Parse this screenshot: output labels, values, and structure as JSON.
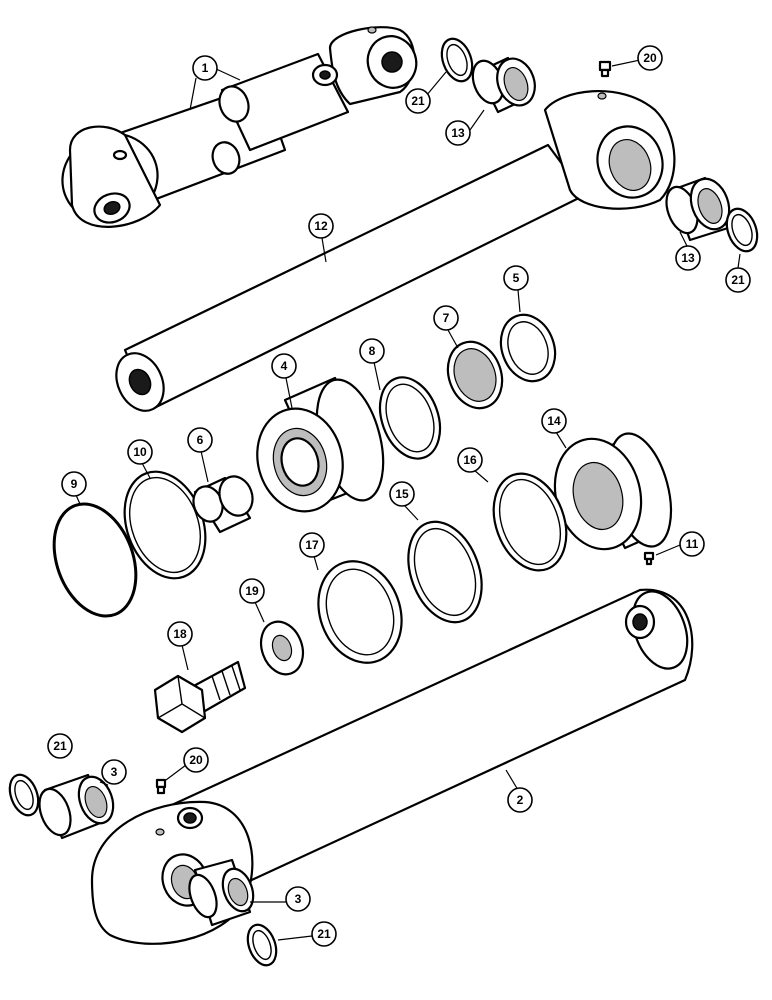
{
  "callouts": [
    {
      "id": "c1",
      "label": "1"
    },
    {
      "id": "c20a",
      "label": "20"
    },
    {
      "id": "c21a",
      "label": "21"
    },
    {
      "id": "c13a",
      "label": "13"
    },
    {
      "id": "c12",
      "label": "12"
    },
    {
      "id": "c13b",
      "label": "13"
    },
    {
      "id": "c21b",
      "label": "21"
    },
    {
      "id": "c5",
      "label": "5"
    },
    {
      "id": "c7",
      "label": "7"
    },
    {
      "id": "c8",
      "label": "8"
    },
    {
      "id": "c4",
      "label": "4"
    },
    {
      "id": "c14",
      "label": "14"
    },
    {
      "id": "c16",
      "label": "16"
    },
    {
      "id": "c15",
      "label": "15"
    },
    {
      "id": "c6",
      "label": "6"
    },
    {
      "id": "c10",
      "label": "10"
    },
    {
      "id": "c9",
      "label": "9"
    },
    {
      "id": "c11",
      "label": "11"
    },
    {
      "id": "c17",
      "label": "17"
    },
    {
      "id": "c19",
      "label": "19"
    },
    {
      "id": "c18",
      "label": "18"
    },
    {
      "id": "c21c",
      "label": "21"
    },
    {
      "id": "c3a",
      "label": "3"
    },
    {
      "id": "c20b",
      "label": "20"
    },
    {
      "id": "c2",
      "label": "2"
    },
    {
      "id": "c3b",
      "label": "3"
    },
    {
      "id": "c21d",
      "label": "21"
    }
  ]
}
